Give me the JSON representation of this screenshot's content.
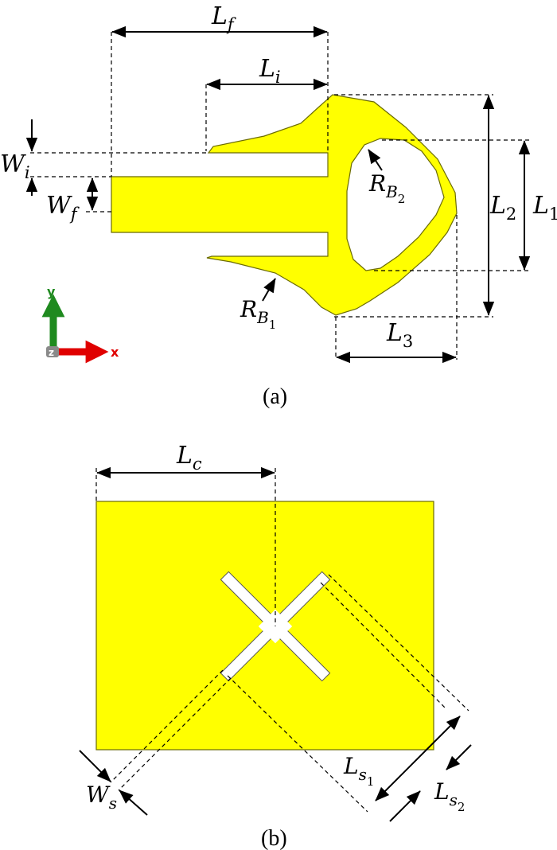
{
  "colors": {
    "copper": "#ffff00",
    "outline": "#6b6b00",
    "axis_y": "#1f8a1f",
    "axis_x": "#e00000",
    "axis_origin": "#8a8a8a"
  },
  "figure_a": {
    "caption": "(a)",
    "labels": {
      "Lf": {
        "main": "L",
        "sub": "f"
      },
      "Li": {
        "main": "L",
        "sub": "i"
      },
      "Wi": {
        "main": "W",
        "sub": "i"
      },
      "Wf": {
        "main": "W",
        "sub": "f"
      },
      "RB2": {
        "main": "R",
        "sub": "B",
        "subsub": "2"
      },
      "RB1": {
        "main": "R",
        "sub": "B",
        "subsub": "1"
      },
      "L1": {
        "main": "L",
        "sub": "1"
      },
      "L2": {
        "main": "L",
        "sub": "2"
      },
      "L3": {
        "main": "L",
        "sub": "3"
      }
    },
    "axes": {
      "y": "y",
      "x": "x",
      "z": "z"
    }
  },
  "figure_b": {
    "caption": "(b)",
    "labels": {
      "Lc": {
        "main": "L",
        "sub": "c"
      },
      "Ws": {
        "main": "W",
        "sub": "s"
      },
      "Ls1": {
        "main": "L",
        "sub": "s",
        "subsub": "1"
      },
      "Ls2": {
        "main": "L",
        "sub": "s",
        "subsub": "2"
      }
    }
  }
}
